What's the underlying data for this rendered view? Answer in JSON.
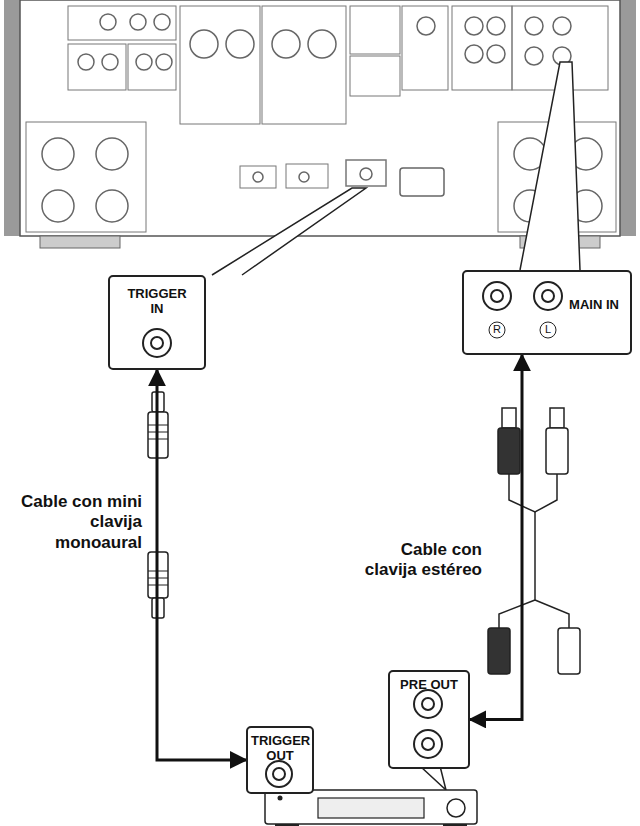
{
  "diagram": {
    "nodes": [
      {
        "text": [
          "TRIGGER IN"
        ]
      },
      {
        "text": [
          "MAIN IN"
        ]
      },
      {
        "text": [
          "TRIGGER OUT"
        ]
      },
      {
        "text": [
          "PRE OUT"
        ]
      }
    ],
    "edges": [
      {
        "from": 2,
        "to": 0,
        "arrow": "both"
      },
      {
        "from": 3,
        "to": 1,
        "arrow": "both"
      }
    ],
    "labels": [
      "Cable con mini clavija monoaural",
      "Cable con clavija estéreo",
      "R",
      "L"
    ]
  }
}
